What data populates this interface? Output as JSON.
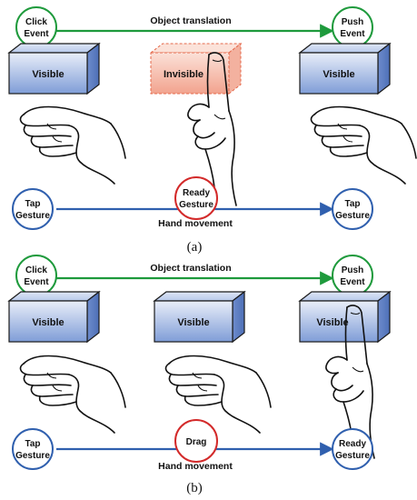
{
  "colors": {
    "green": "#1e9a3c",
    "blue": "#2f5fae",
    "red": "#d32a2a",
    "box_front_top": "#e6ecf8",
    "box_front_bottom": "#7d9bd6",
    "box_top": "#c7d4ee",
    "box_side": "#5a7cc0",
    "ghost": "#f3a48f"
  },
  "icons": [
    "hand-pinch-icon",
    "hand-pointing-icon"
  ],
  "panel_a": {
    "caption": "(a)",
    "top_arrow_label": "Object translation",
    "bottom_arrow_label": "Hand movement",
    "top_left_circle": [
      "Click",
      "Event"
    ],
    "top_right_circle": [
      "Push",
      "Event"
    ],
    "middle_circle": [
      "Ready",
      "Gesture"
    ],
    "bottom_left_circle": [
      "Tap",
      "Gesture"
    ],
    "bottom_right_circle": [
      "Tap",
      "Gesture"
    ],
    "boxes": [
      "Visible",
      "Invisible",
      "Visible"
    ]
  },
  "panel_b": {
    "caption": "(b)",
    "top_arrow_label": "Object translation",
    "bottom_arrow_label": "Hand movement",
    "top_left_circle": [
      "Click",
      "Event"
    ],
    "top_right_circle": [
      "Push",
      "Event"
    ],
    "middle_circle": [
      "Drag"
    ],
    "bottom_left_circle": [
      "Tap",
      "Gesture"
    ],
    "bottom_right_circle": [
      "Ready",
      "Gesture"
    ],
    "boxes": [
      "Visible",
      "Visible",
      "Visible"
    ]
  }
}
